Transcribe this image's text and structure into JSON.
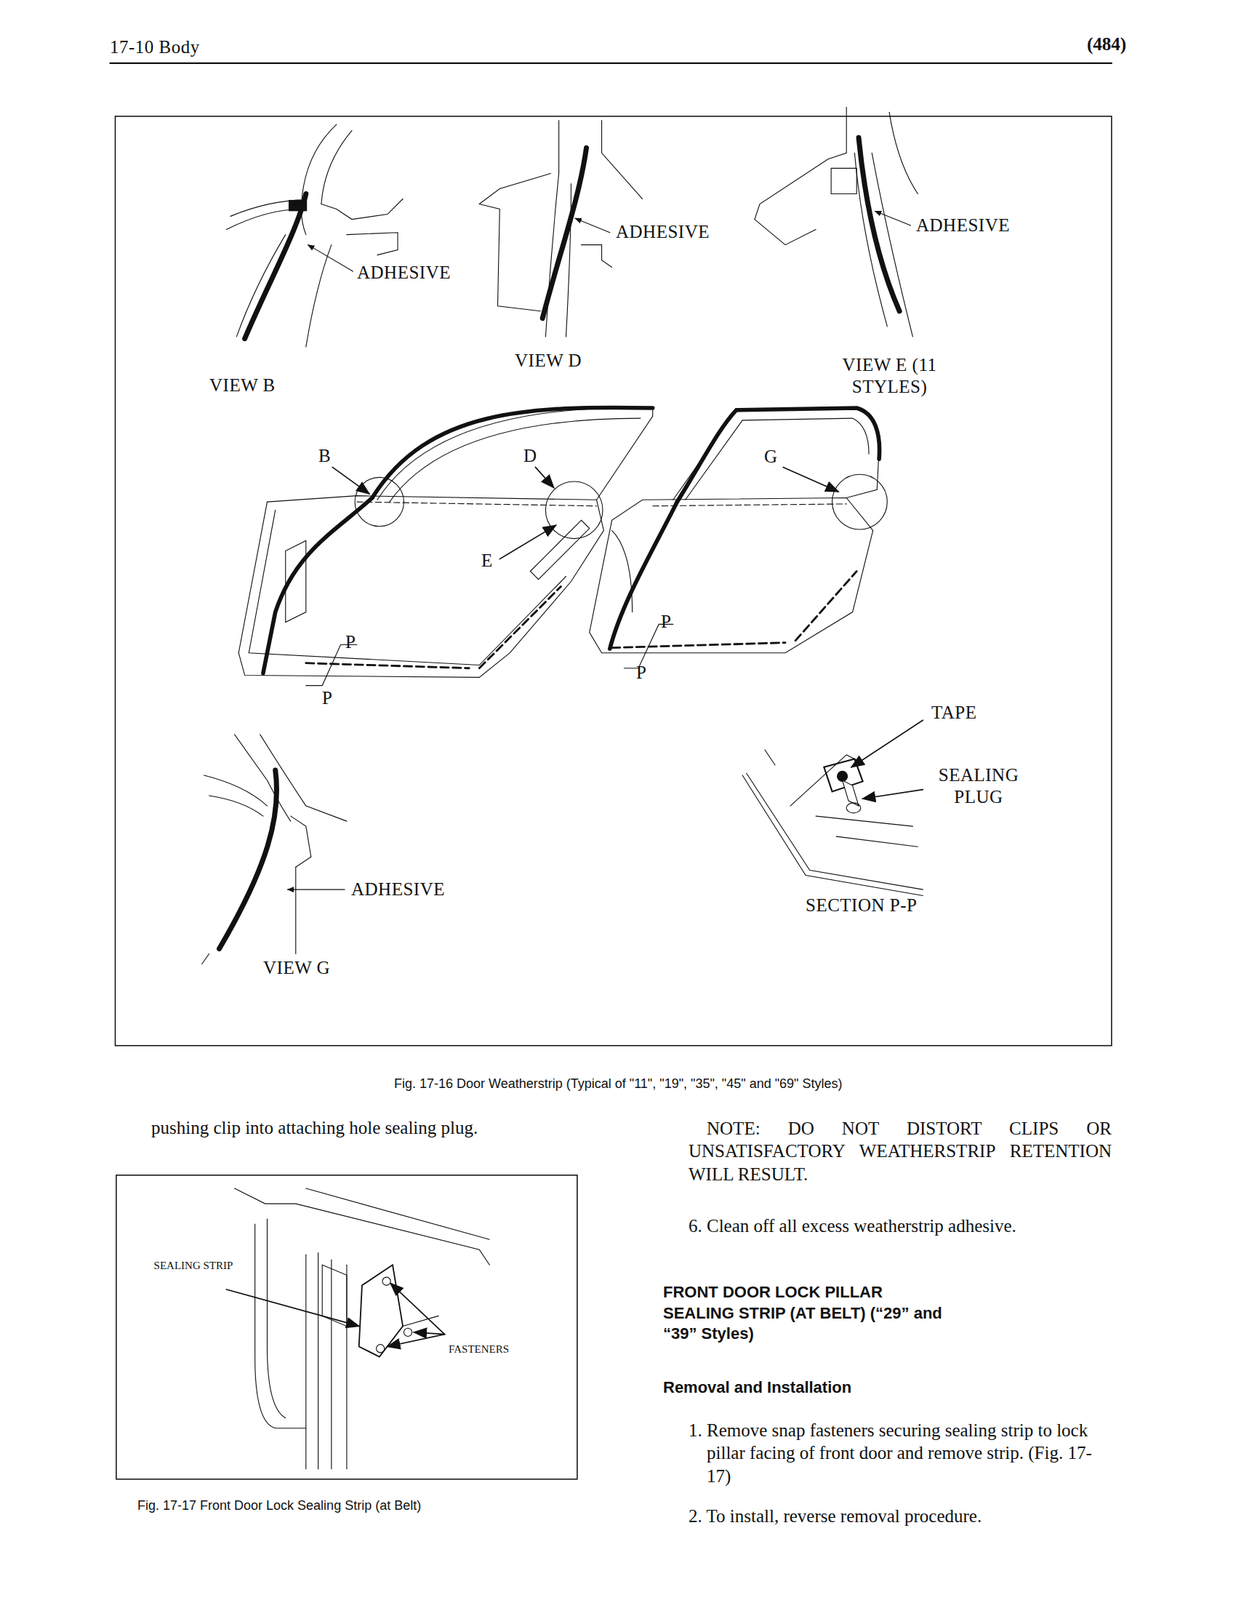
{
  "diagram": {
    "caption": "Fig. 17-16  Door Weatherstrip (Typical of \"11\", \"19\", \"35\", \"45\" and \"69\" Styles)",
    "labels": [
      "17-10  Body",
      "(484)",
      "ADHESIVE",
      "ADHESIVE",
      "ADHESIVE",
      "ADHESIVE",
      "VIEW B",
      "VIEW D",
      "VIEW E (11 STYLES)",
      "B",
      "D",
      "E",
      "G",
      "P",
      "P",
      "P",
      "P",
      "TAPE",
      "SEALING PLUG",
      "SECTION P-P",
      "VIEW G",
      "pushing clip into attaching hole sealing plug.",
      "SEALING STRIP",
      "FASTENERS",
      "Fig. 17-17  Front Door Lock Sealing Strip (at Belt)",
      "NOTE: DO NOT DISTORT CLIPS OR UNSATISFACTORY WEATHERSTRIP RETENTION WILL RESULT.",
      "6. Clean off all excess weatherstrip adhesive.",
      "FRONT DOOR LOCK PILLAR SEALING STRIP (AT BELT) (“29” and “39” Styles)",
      "Removal and Installation",
      "1. Remove snap fasteners securing sealing strip to lock pillar facing of front door and remove strip. (Fig. 17-17)",
      "2. To install, reverse removal procedure."
    ]
  }
}
